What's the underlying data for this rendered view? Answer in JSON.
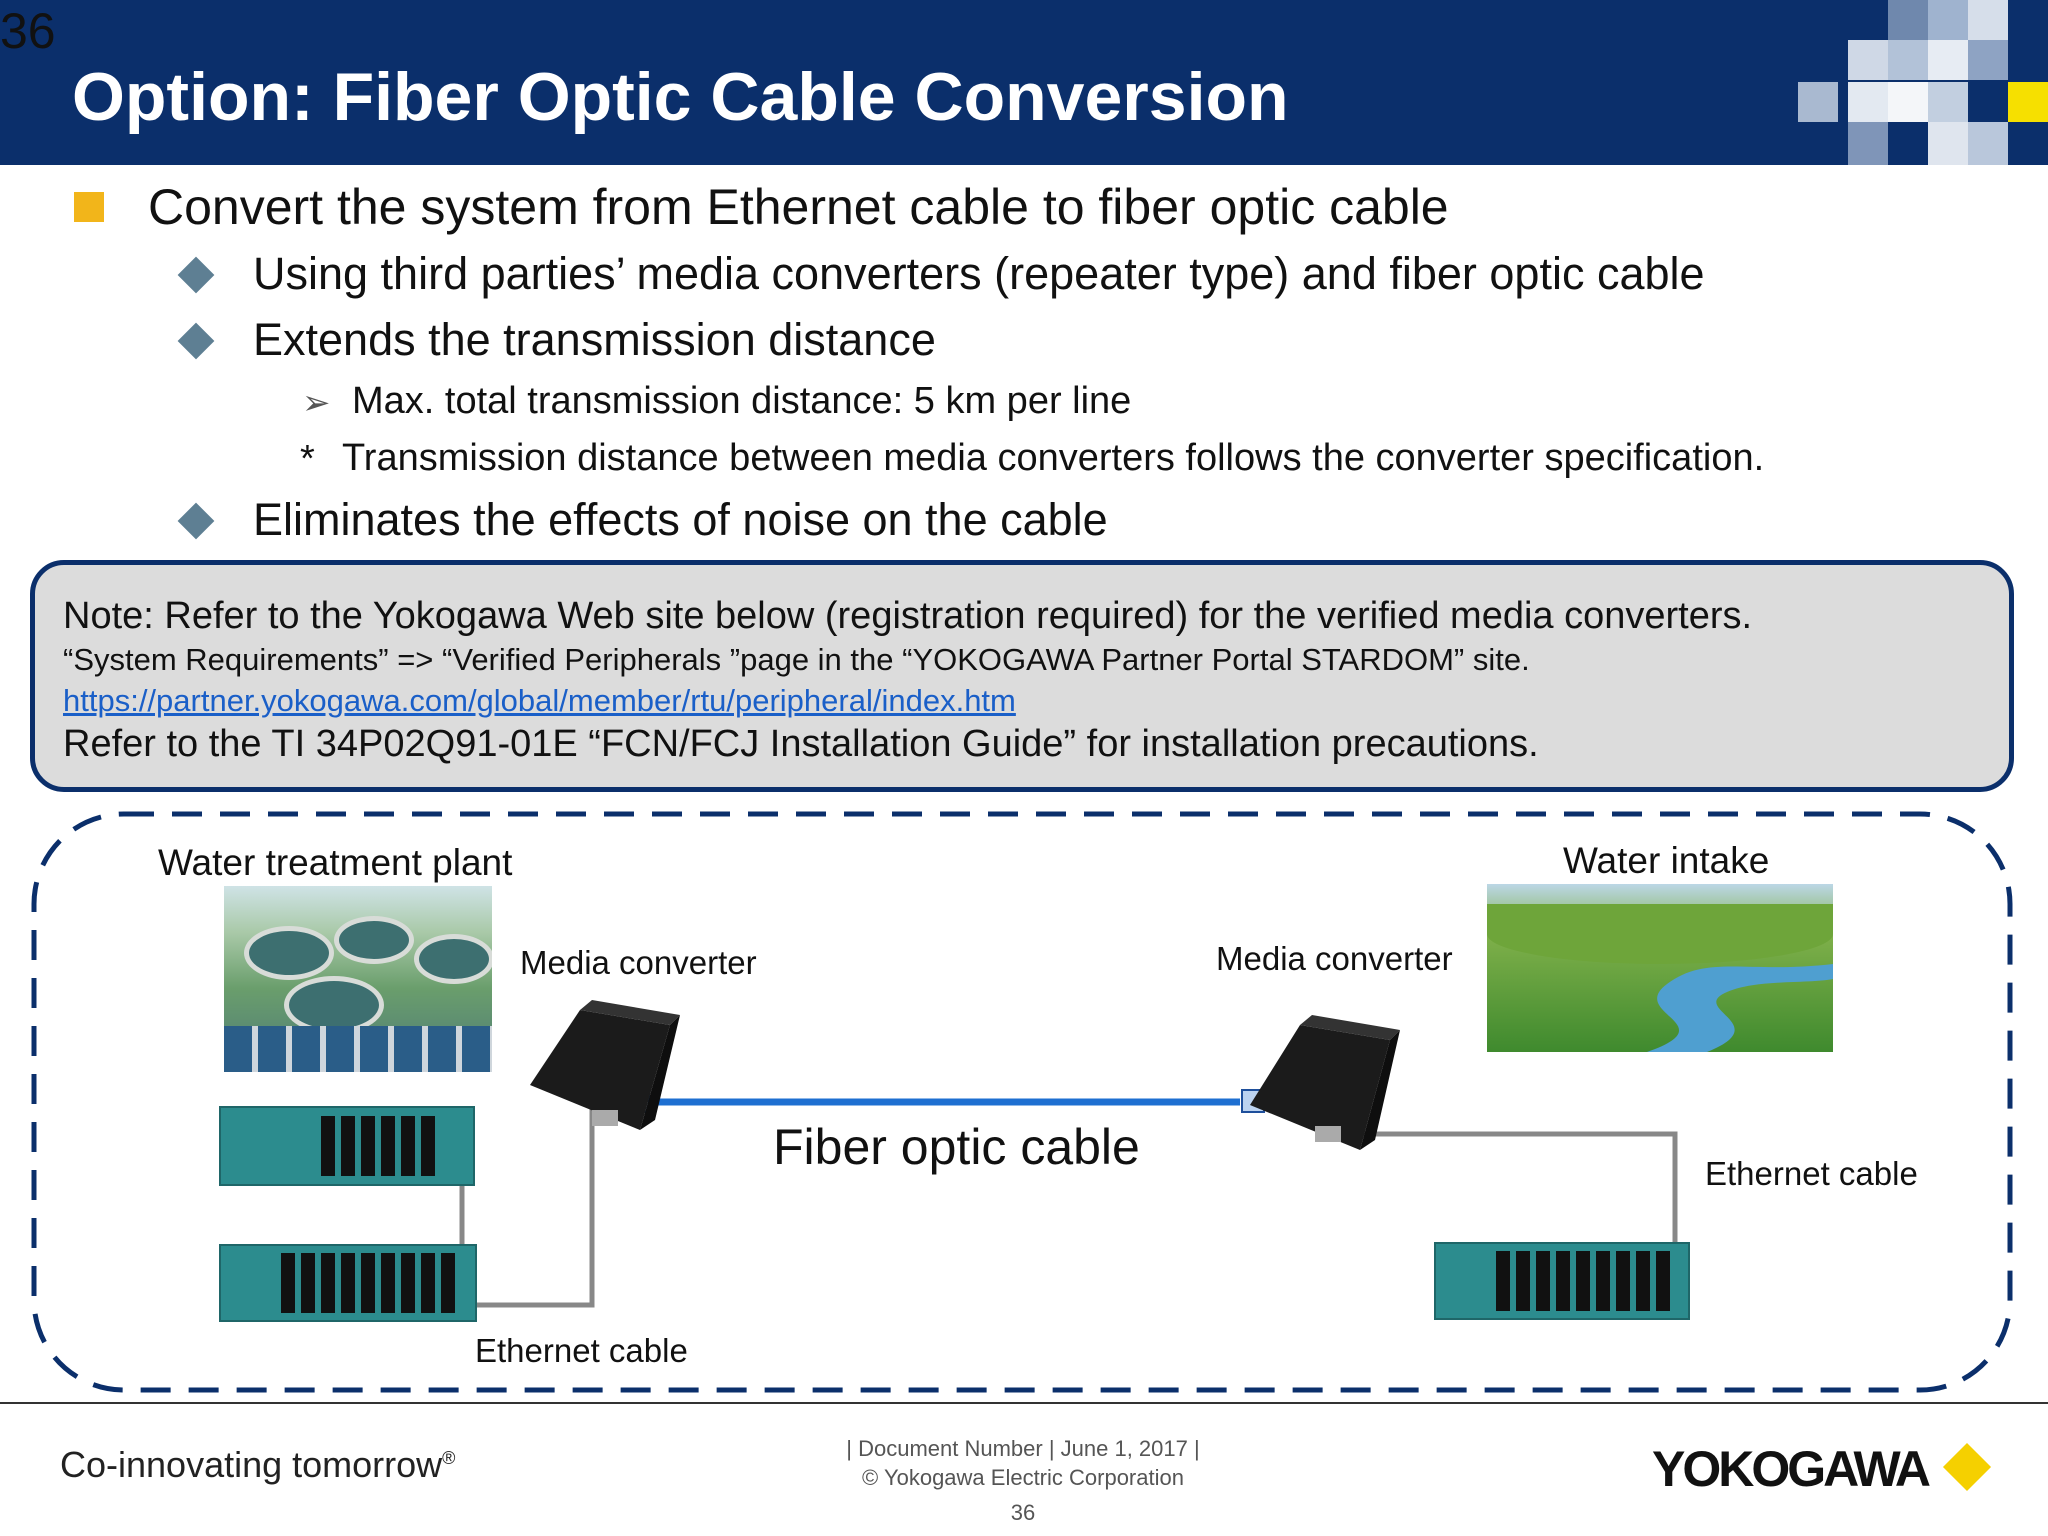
{
  "slide": {
    "number_top": "36",
    "title": "Option: Fiber Optic Cable Conversion"
  },
  "bullets": {
    "main": "Convert the system from Ethernet cable to fiber optic cable",
    "sub1": "Using third parties’ media converters (repeater type) and fiber optic cable",
    "sub2": "Extends the transmission distance",
    "sub2_arrow": "Max. total transmission distance: 5 km per line",
    "sub2_star_mark": "*",
    "sub2_star": "Transmission distance between media converters follows the converter specification.",
    "sub3": "Eliminates the effects of noise on the cable"
  },
  "note": {
    "line1": "Note: Refer to the Yokogawa Web site below (registration required) for the verified media converters.",
    "line2": "“System Requirements” => “Verified Peripherals ”page in the “YOKOGAWA Partner Portal STARDOM” site.",
    "link": "https://partner.yokogawa.com/global/member/rtu/peripheral/index.htm",
    "line4": "Refer to the TI 34P02Q91-01E “FCN/FCJ Installation Guide” for installation precautions."
  },
  "diagram": {
    "left_site": "Water treatment plant",
    "right_site": "Water intake",
    "left_converter": "Media converter",
    "right_converter": "Media converter",
    "fiber": "Fiber optic cable",
    "ethernet_left": "Ethernet cable",
    "ethernet_right": "Ethernet cable"
  },
  "footer": {
    "tagline": "Co-innovating tomorrow",
    "tagline_mark": "®",
    "doc": "| Document Number | June 1, 2017 |",
    "copyright": "© Yokogawa Electric Corporation",
    "page": "36",
    "logo": "YOKOGAWA"
  },
  "colors": {
    "header": "#0b2f6b",
    "bullet_square": "#f2b51a",
    "bullet_diamond": "#5e7f93",
    "fiber_line": "#1e6fd1",
    "logo_diamond": "#f5d000"
  }
}
